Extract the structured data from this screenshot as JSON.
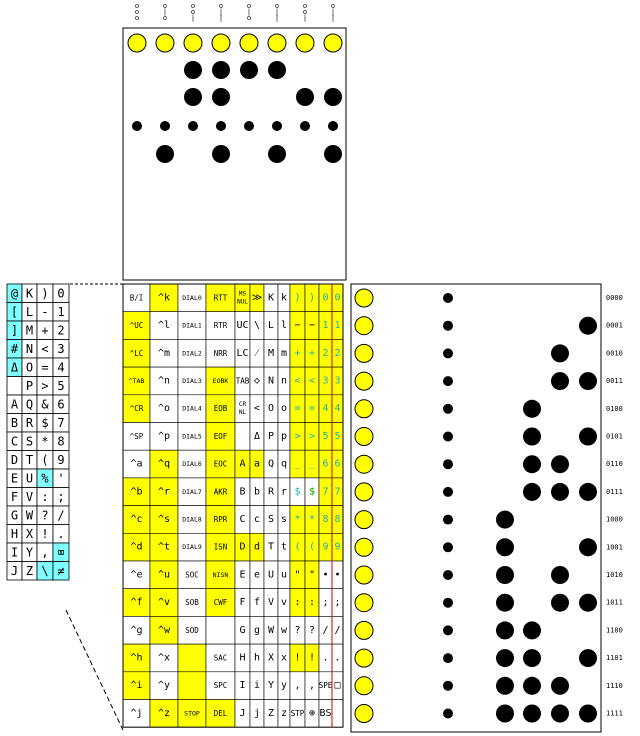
{
  "top_panel": {
    "column_codes": [
      "00",
      "10",
      "0|",
      "1|",
      "|0",
      "||",
      "0|",
      "1|"
    ],
    "rows": [
      {
        "style": "yellow",
        "cols": [
          1,
          1,
          1,
          1,
          1,
          1,
          1,
          1
        ]
      },
      {
        "style": "big",
        "cols": [
          0,
          0,
          1,
          1,
          1,
          1,
          0,
          0
        ]
      },
      {
        "style": "big",
        "cols": [
          0,
          0,
          1,
          1,
          0,
          0,
          1,
          1
        ]
      },
      {
        "style": "small",
        "cols": [
          1,
          1,
          1,
          1,
          1,
          1,
          1,
          1
        ]
      },
      {
        "style": "big",
        "cols": [
          0,
          1,
          0,
          1,
          0,
          1,
          0,
          1
        ]
      }
    ]
  },
  "side_table": {
    "rows": [
      [
        "@",
        "K",
        ")",
        "0"
      ],
      [
        "[",
        "L",
        "-",
        "1"
      ],
      [
        "]",
        "M",
        "+",
        "2"
      ],
      [
        "#",
        "N",
        "<",
        "3"
      ],
      [
        "Δ",
        "O",
        "=",
        "4"
      ],
      [
        "",
        "P",
        ">",
        "5"
      ],
      [
        "A",
        "Q",
        "&",
        "6"
      ],
      [
        "B",
        "R",
        "$",
        "7"
      ],
      [
        "C",
        "S",
        "*",
        "8"
      ],
      [
        "D",
        "T",
        "(",
        "9"
      ],
      [
        "E",
        "U",
        "%",
        "'"
      ],
      [
        "F",
        "V",
        ":",
        ";"
      ],
      [
        "G",
        "W",
        "?",
        "/"
      ],
      [
        "H",
        "X",
        "!",
        "."
      ],
      [
        "I",
        "Y",
        ",",
        "⌧"
      ],
      [
        "J",
        "Z",
        "\\",
        "≠"
      ]
    ]
  },
  "code_table": {
    "rows": [
      [
        "B/I",
        "^k",
        "DIAL0",
        "RTT",
        "MS NUL",
        "≫",
        "K",
        "k",
        ")",
        ")",
        "0",
        "0"
      ],
      [
        "^UC",
        "^l",
        "DIAL1",
        "RTR",
        "UC",
        "\\",
        "L",
        "l",
        "−",
        "−",
        "1",
        "1"
      ],
      [
        "^LC",
        "^m",
        "DIAL2",
        "NRR",
        "LC",
        "⁄",
        "M",
        "m",
        "+",
        "+",
        "2",
        "2"
      ],
      [
        "^TAB",
        "^n",
        "DIAL3",
        "EOBK",
        "TAB",
        "◇",
        "N",
        "n",
        "<",
        "<",
        "3",
        "3"
      ],
      [
        "^CR",
        "^o",
        "DIAL4",
        "EOB",
        "CR NL",
        "<",
        "O",
        "o",
        "=",
        "=",
        "4",
        "4"
      ],
      [
        "^SP",
        "^p",
        "DIAL5",
        "EOF",
        "",
        "Δ",
        "P",
        "p",
        ">",
        ">",
        "5",
        "5"
      ],
      [
        "^a",
        "^q",
        "DIAL6",
        "EOC",
        "A",
        "a",
        "Q",
        "q",
        "_",
        "_",
        "6",
        "6"
      ],
      [
        "^b",
        "^r",
        "DIAL7",
        "AKR",
        "B",
        "b",
        "R",
        "r",
        "$",
        "$",
        "7",
        "7"
      ],
      [
        "^c",
        "^s",
        "DIAL8",
        "RPR",
        "C",
        "c",
        "S",
        "s",
        "*",
        "*",
        "8",
        "8"
      ],
      [
        "^d",
        "^t",
        "DIAL9",
        "ISN",
        "D",
        "d",
        "T",
        "t",
        "(",
        "(",
        "9",
        "9"
      ],
      [
        "^e",
        "^u",
        "SOC",
        "NISN",
        "E",
        "e",
        "U",
        "u",
        "\"",
        "\"",
        "•",
        "•"
      ],
      [
        "^f",
        "^v",
        "SOB",
        "CWF",
        "F",
        "f",
        "V",
        "v",
        ":",
        ":",
        ";",
        ";"
      ],
      [
        "^g",
        "^w",
        "SOD",
        "",
        "G",
        "g",
        "W",
        "w",
        "?",
        "?",
        "/",
        "/"
      ],
      [
        "^h",
        "^x",
        "",
        "SAC",
        "H",
        "h",
        "X",
        "x",
        "!",
        "!",
        ".",
        "."
      ],
      [
        "^i",
        "^y",
        "",
        "SPC",
        "I",
        "i",
        "Y",
        "y",
        ",",
        ",",
        "SPE",
        "□"
      ],
      [
        "^j",
        "^z",
        "STOP",
        "DEL",
        "J",
        "j",
        "Z",
        "z",
        "STP",
        "⊕",
        "BS",
        ""
      ]
    ]
  },
  "right_panel": {
    "bit_labels": [
      "0000",
      "0001",
      "0010",
      "0011",
      "0100",
      "0101",
      "0110",
      "0111",
      "1000",
      "1001",
      "1010",
      "1011",
      "1100",
      "1101",
      "1110",
      "1111"
    ]
  },
  "colors": {
    "yellow": "#ffff00",
    "cyan": "#80ffff",
    "teal": "#20b0b0",
    "green": "#00aa00",
    "red": "#cc0000"
  }
}
